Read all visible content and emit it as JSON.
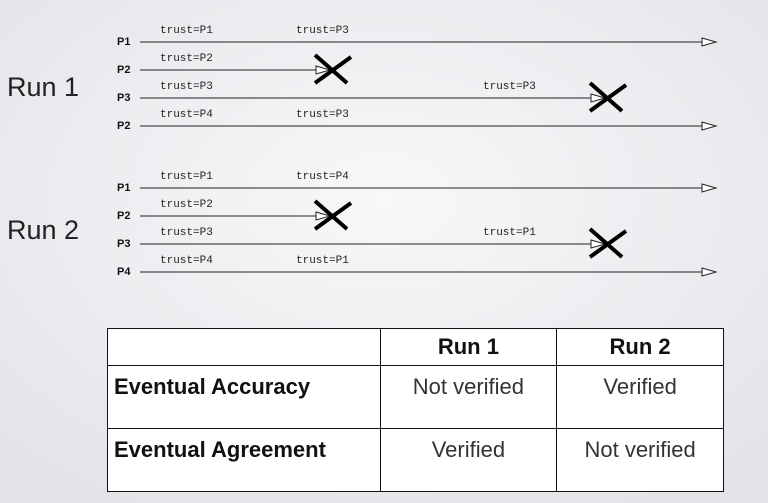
{
  "runs": [
    {
      "label": "Run 1",
      "lines": [
        {
          "proc": "P1",
          "crash": false,
          "labels": [
            "trust=P1",
            "trust=P3"
          ]
        },
        {
          "proc": "P2",
          "crash": true,
          "labels": [
            "trust=P2"
          ]
        },
        {
          "proc": "P3",
          "crash": true,
          "labels": [
            "trust=P3",
            "trust=P3"
          ]
        },
        {
          "proc": "P2",
          "crash": false,
          "labels": [
            "trust=P4",
            "trust=P3"
          ]
        }
      ]
    },
    {
      "label": "Run 2",
      "lines": [
        {
          "proc": "P1",
          "crash": false,
          "labels": [
            "trust=P1",
            "trust=P4"
          ]
        },
        {
          "proc": "P2",
          "crash": true,
          "labels": [
            "trust=P2"
          ]
        },
        {
          "proc": "P3",
          "crash": true,
          "labels": [
            "trust=P3",
            "trust=P1"
          ]
        },
        {
          "proc": "P4",
          "crash": false,
          "labels": [
            "trust=P4",
            "trust=P1"
          ]
        }
      ]
    }
  ],
  "table": {
    "headers": [
      "",
      "Run 1",
      "Run 2"
    ],
    "rows": [
      {
        "name": "Eventual Accuracy",
        "run1": "Not verified",
        "run2": "Verified"
      },
      {
        "name": "Eventual Agreement",
        "run1": "Verified",
        "run2": "Not verified"
      }
    ]
  }
}
